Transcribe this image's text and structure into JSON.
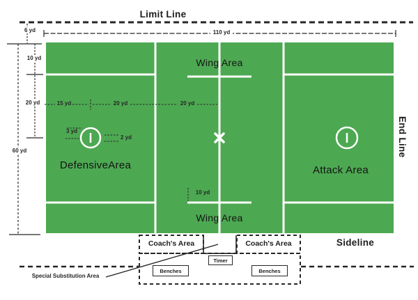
{
  "boundaries": {
    "limit_line": "Limit Line",
    "end_line": "End Line",
    "sideline": "Sideline"
  },
  "field": {
    "areas": {
      "wing_top": "Wing Area",
      "wing_bottom": "Wing Area",
      "defensive": "DefensiveArea",
      "attack": "Attack Area"
    }
  },
  "bench_zone": {
    "coach_area_left": "Coach's Area",
    "coach_area_right": "Coach's Area",
    "timer": "Timer",
    "benches_left": "Benches",
    "benches_right": "Benches",
    "special_substitution_area": "Special Substitution Area"
  },
  "measurements": {
    "field_length": "110 yd",
    "field_width": "60 yd",
    "limit_line_offset": "6 yd",
    "wing_depth": "10 yd",
    "zone_depth": "20 yd",
    "endline_to_goal": "15 yd",
    "goal_to_restraining": "20 yd",
    "restraining_to_center": "20 yd",
    "crease_radius": "3 yd",
    "goal_width": "2 yd",
    "wing_line_half": "10 yd"
  },
  "colors": {
    "field_green": "#4DA852",
    "line_dark": "#262626",
    "field_line_white": "#FFFFFF"
  }
}
